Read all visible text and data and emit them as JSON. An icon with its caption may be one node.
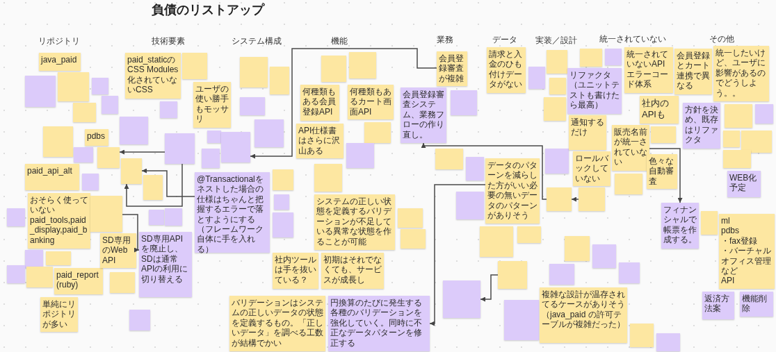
{
  "diagram": {
    "title": "負債のリストアップ",
    "nodes": [
      {
        "text": [
          "java_paid"
        ]
      },
      {
        "text": [],
        "shape": "box"
      },
      {
        "text": [],
        "shape": "box"
      },
      {
        "text": [],
        "shape": "box"
      },
      {
        "text": [],
        "shape": "box"
      },
      {
        "text": [],
        "shape": "box"
      },
      {
        "text": [],
        "shape": "box"
      },
      {
        "text": [],
        "shape": "box"
      },
      {
        "text": [
          "pdbs"
        ]
      },
      {
        "text": [],
        "shape": "box"
      },
      {
        "text": [],
        "shape": "box"
      },
      {
        "text": [],
        "shape": "box"
      },
      {
        "text": [
          "paid_api_alt"
        ]
      },
      {
        "text": [],
        "shape": "box"
      },
      {
        "text": [
          "おそらく使っていないpaid_tools,paid_display,paid_banking"
        ]
      },
      {
        "text": [],
        "shape": "box"
      },
      {
        "text": [],
        "shape": "box"
      },
      {
        "text": [],
        "shape": "box"
      },
      {
        "text": [],
        "shape": "box"
      },
      {
        "text": [],
        "shape": "box"
      },
      {
        "text": [
          "paid_report (ruby)"
        ]
      },
      {
        "text": [
          "単純にリポジトリが多い"
        ]
      },
      {
        "text": [
          "paid_staticのCSS Modules化されていないCSS"
        ]
      },
      {
        "text": [],
        "shape": "box"
      },
      {
        "text": [],
        "shape": "box"
      },
      {
        "text": [
          "ユーザの使い勝手もモッサリ"
        ]
      },
      {
        "text": [],
        "shape": "box"
      },
      {
        "text": [],
        "shape": "box"
      },
      {
        "text": [
          "@Transactionalをネストした場合の仕様はちゃんと把握するエラーで落とすようにする（フレームワーク自体に手を入れる）"
        ]
      },
      {
        "text": [],
        "shape": "box"
      },
      {
        "text": [],
        "shape": "box"
      },
      {
        "text": [],
        "shape": "box"
      },
      {
        "text": [],
        "shape": "box"
      },
      {
        "text": [
          "SD専用のWeb API"
        ]
      },
      {
        "text": [
          "SD専用APIを廃止し、SDは通常APIの利用に切り替える"
        ]
      },
      {
        "text": [],
        "shape": "box"
      },
      {
        "text": [],
        "shape": "box"
      },
      {
        "text": [],
        "shape": "box"
      },
      {
        "text": [],
        "shape": "box"
      },
      {
        "text": [],
        "shape": "box"
      },
      {
        "text": [],
        "shape": "box"
      },
      {
        "text": [],
        "shape": "box"
      },
      {
        "text": [],
        "shape": "box"
      },
      {
        "text": [],
        "shape": "box"
      },
      {
        "text": [],
        "shape": "box"
      },
      {
        "text": [],
        "shape": "box"
      },
      {
        "text": [],
        "shape": "box"
      },
      {
        "text": [],
        "shape": "box"
      },
      {
        "text": [
          "何種類もある会員登録API"
        ]
      },
      {
        "text": [
          "何種類もあるカート画面API"
        ]
      },
      {
        "text": [
          "API仕様書はさらに沢山ある"
        ]
      },
      {
        "text": [],
        "shape": "box"
      },
      {
        "text": [],
        "shape": "box"
      },
      {
        "text": [],
        "shape": "box"
      },
      {
        "text": [
          "システムの正しい状態を定義するバリデーションが不足している異常な状態を作ることが可能"
        ]
      },
      {
        "text": [],
        "shape": "box"
      },
      {
        "text": [],
        "shape": "box"
      },
      {
        "text": [
          "社内ツールは手を抜いている？"
        ]
      },
      {
        "text": [
          "初期はそれでなくても、サービスが成長し"
        ]
      },
      {
        "text": [
          "円換算のたびに発生する各種のバリデーションを強化していく。同時に不正なデータパターンを修正する"
        ]
      },
      {
        "text": [
          "バリデーションはシステムの正しいデータの状態を定義するもの。「正しいデータ」を調べる工数が結構でかい"
        ]
      },
      {
        "text": [
          "会員登録審査が複雑"
        ]
      },
      {
        "text": [
          "会員登録審査システム、業務フローの作り直し。"
        ]
      },
      {
        "text": [],
        "shape": "box"
      },
      {
        "text": [],
        "shape": "box"
      },
      {
        "text": [],
        "shape": "box"
      },
      {
        "text": [],
        "shape": "box"
      },
      {
        "text": [
          "データのパターンを減らした方がいい必要の無いデータのパターンがありそう"
        ]
      },
      {
        "text": [],
        "shape": "box"
      },
      {
        "text": [],
        "shape": "box"
      },
      {
        "text": [],
        "shape": "box"
      },
      {
        "text": [],
        "shape": "box"
      },
      {
        "text": [],
        "shape": "box"
      },
      {
        "text": [
          "複雑な設計が温存されてるケースがありそう（java_paid の許可テーブルが複雑だった）"
        ]
      },
      {
        "text": [],
        "shape": "box"
      },
      {
        "text": [],
        "shape": "box"
      },
      {
        "text": [
          "請求と入金のひも付けデータがない"
        ]
      },
      {
        "text": [],
        "shape": "box"
      },
      {
        "text": [],
        "shape": "box"
      },
      {
        "text": [],
        "shape": "box"
      },
      {
        "text": [
          "リファクタ（ユニットテストも書けたら最高）"
        ]
      },
      {
        "text": [],
        "shape": "box"
      },
      {
        "text": [],
        "shape": "box"
      },
      {
        "text": [],
        "shape": "box"
      },
      {
        "text": [],
        "shape": "box"
      },
      {
        "text": [
          "通知するだけ"
        ]
      },
      {
        "text": [
          "ロールバックしていない"
        ]
      },
      {
        "text": [],
        "shape": "box"
      },
      {
        "text": [],
        "shape": "box"
      },
      {
        "text": [],
        "shape": "box"
      },
      {
        "text": [],
        "shape": "box"
      },
      {
        "text": [],
        "shape": "box"
      },
      {
        "text": [],
        "shape": "box"
      },
      {
        "text": [
          "統一されていないAPIエラーコード体系"
        ]
      },
      {
        "text": [
          "会員登録とカート連携で異なる"
        ]
      },
      {
        "text": [
          "統一したいけど、ユーザに影響があるのでどうしよう。。"
        ]
      },
      {
        "text": [
          "社内のAPIも"
        ]
      },
      {
        "text": [
          "方針を決め、既存はリファクタ"
        ]
      },
      {
        "text": [
          "販売名前が統一されていない"
        ]
      },
      {
        "text": [],
        "shape": "box"
      },
      {
        "text": [],
        "shape": "box"
      },
      {
        "text": [
          "色々な自動審査"
        ]
      },
      {
        "text": [
          "フィナンシャルで帳票を作成する。"
        ]
      },
      {
        "text": [],
        "shape": "box"
      },
      {
        "text": [],
        "shape": "box"
      },
      {
        "text": [],
        "shape": "box"
      },
      {
        "text": [],
        "shape": "box"
      },
      {
        "text": [],
        "shape": "box"
      },
      {
        "text": [
          "WEB化予定"
        ]
      },
      {
        "text": [],
        "shape": "box"
      },
      {
        "text": [
          "ml",
          "pdbs",
          "・fax登録",
          "・バーチャルオフィス管理",
          "など",
          "API"
        ]
      },
      {
        "text": [
          "返済方法案"
        ]
      },
      {
        "text": [
          "機能削除"
        ]
      }
    ],
    "edges": [
      {
        "from": 27,
        "to": 9,
        "arrow": "to"
      },
      {
        "from": 27,
        "to": 11,
        "arrow": "to"
      },
      {
        "from": 28,
        "to": 11,
        "arrow": "to"
      },
      {
        "from": 32,
        "to": 34,
        "arrow": "to"
      },
      {
        "from": 61,
        "to": 41,
        "arrow": "to"
      },
      {
        "from": 87,
        "to": 62,
        "arrow": "to"
      },
      {
        "from": 88,
        "to": 87,
        "arrow": "to"
      },
      {
        "from": 98,
        "to": 102,
        "arrow": "to"
      },
      {
        "from": 67,
        "to": 59,
        "arrow": "to"
      },
      {
        "from": 70,
        "to": 71,
        "arrow": "to"
      }
    ],
    "labels": [
      "リポジトリ",
      "技術要素",
      "システム構成",
      "機能",
      "業務",
      "データ",
      "実装／設計",
      "統一されていない",
      "その他"
    ]
  }
}
